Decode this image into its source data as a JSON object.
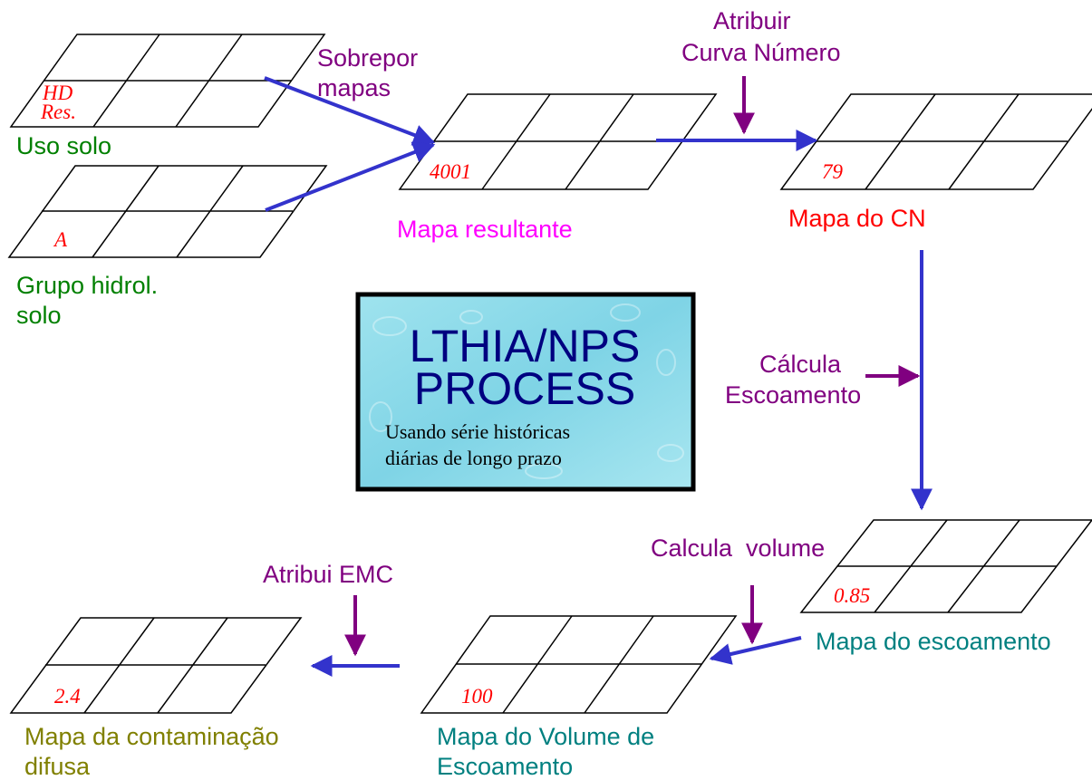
{
  "colors": {
    "green": "#008000",
    "magenta": "#ff00ff",
    "red": "#ff0000",
    "purple": "#800080",
    "teal": "#008080",
    "olive": "#808000",
    "navy": "#000080",
    "blue_arrow": "#3333cc"
  },
  "maps": {
    "uso_solo": {
      "label": "Uso solo",
      "cell_value_1": "HD",
      "cell_value_2": "Res."
    },
    "grupo_hidrol": {
      "label_line1": "Grupo hidrol.",
      "label_line2": "solo",
      "cell_value": "A"
    },
    "mapa_resultante": {
      "label": "Mapa resultante",
      "cell_value": "4001"
    },
    "mapa_cn": {
      "label": "Mapa do CN",
      "cell_value": "79"
    },
    "mapa_escoamento": {
      "label": "Mapa do escoamento",
      "cell_value": "0.85"
    },
    "mapa_volume": {
      "label_line1": "Mapa do Volume de",
      "label_line2": "Escoamento",
      "cell_value": "100"
    },
    "mapa_contaminacao": {
      "label_line1": "Mapa da contaminação",
      "label_line2": "difusa",
      "cell_value": "2.4"
    }
  },
  "steps": {
    "sobrepor": {
      "line1": "Sobrepor",
      "line2": "mapas"
    },
    "atribuir_cn": {
      "line1": "Atribuir",
      "line2": "Curva Número"
    },
    "calcula_escoamento": {
      "line1": "Cálcula",
      "line2": "Escoamento"
    },
    "calcula_volume": {
      "line1": "Calcula  volume"
    },
    "atribui_emc": {
      "line1": "Atribui EMC"
    }
  },
  "process_box": {
    "title_line1": "LTHIA/NPS",
    "title_line2": "PROCESS",
    "subtitle_line1": "Usando série históricas",
    "subtitle_line2": "diárias de longo prazo"
  }
}
